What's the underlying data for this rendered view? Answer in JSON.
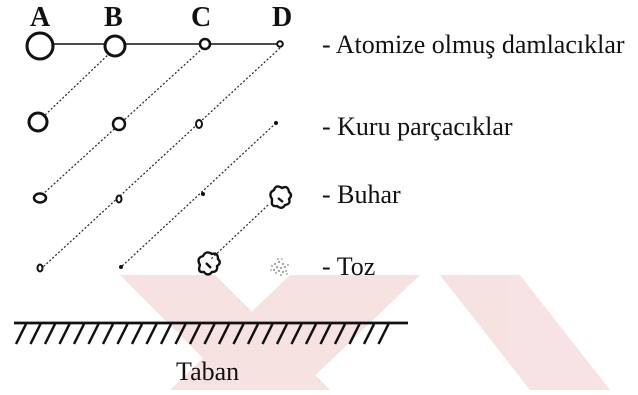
{
  "diagram": {
    "columns": [
      "A",
      "B",
      "C",
      "D"
    ],
    "rows": [
      {
        "label": "- Atomize olmuş damlacıklar"
      },
      {
        "label": "- Kuru parçacıklar"
      },
      {
        "label": "- Buhar"
      },
      {
        "label": "- Toz"
      }
    ],
    "base_label": "Taban"
  },
  "colors": {
    "ink": "#111111",
    "watermark": "#f3d6d6"
  }
}
